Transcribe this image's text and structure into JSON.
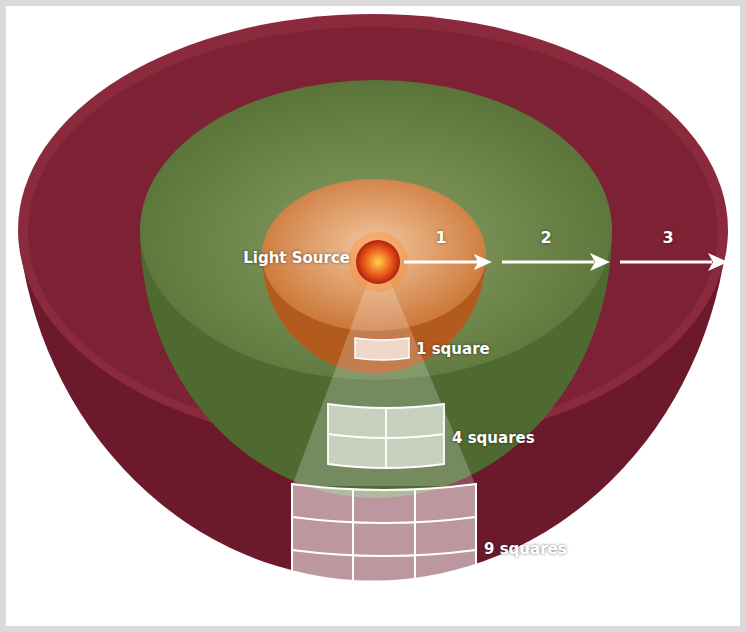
{
  "diagram": {
    "labels": [
      "Light Source",
      "1",
      "2",
      "3",
      "1 square",
      "4 squares",
      "9 squares"
    ]
  }
}
